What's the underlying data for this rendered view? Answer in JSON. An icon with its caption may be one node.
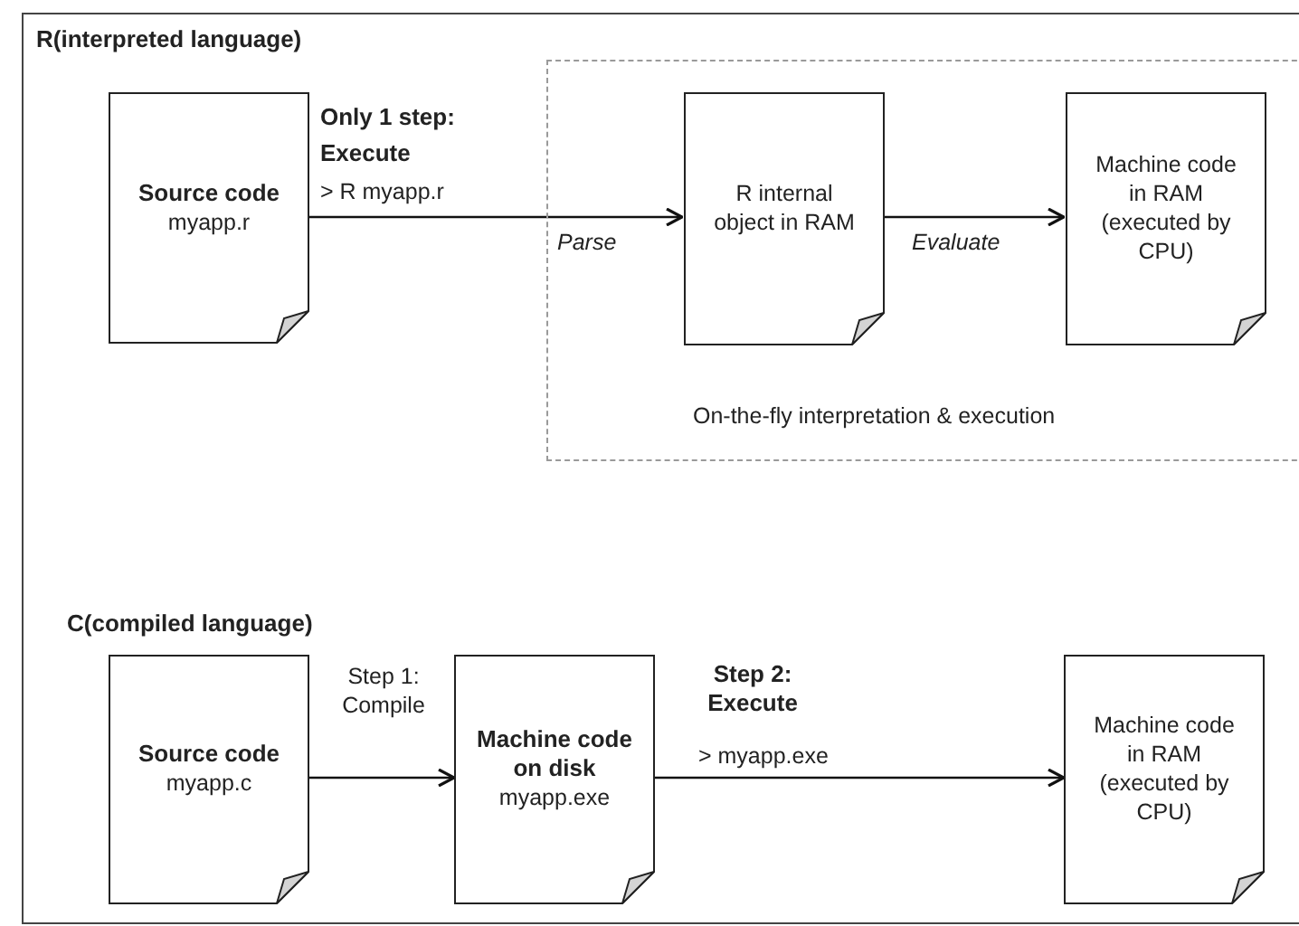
{
  "diagram": {
    "nodes": [
      {
        "text": [
          "On-the-fly interpretation & execution"
        ]
      },
      {
        "text": [
          "Source code",
          "myapp.r"
        ]
      },
      {
        "text": [
          "R internal object in RAM"
        ],
        "in": 0
      },
      {
        "text": [
          "Machine code in RAM (executed by CPU)"
        ],
        "in": 0
      },
      {
        "text": [
          "Source code",
          "myapp.c"
        ]
      },
      {
        "text": [
          "Machine code on disk",
          "myapp.exe"
        ]
      },
      {
        "text": [
          "Machine code in RAM (executed by CPU)"
        ]
      }
    ],
    "edges": [
      {
        "from": 1,
        "to": 2,
        "arrow": "to",
        "label": "Parse"
      },
      {
        "from": 2,
        "to": 3,
        "arrow": "to",
        "label": "Evaluate"
      },
      {
        "from": 4,
        "to": 5,
        "arrow": "to",
        "label": "Step 1: Compile"
      },
      {
        "from": 5,
        "to": 6,
        "arrow": "to",
        "label": "Step 2: Execute"
      }
    ],
    "labels": [
      "R(interpreted language)",
      "Only 1 step: Execute",
      "> R myapp.r",
      "C(compiled language)",
      "> myapp.exe"
    ]
  }
}
